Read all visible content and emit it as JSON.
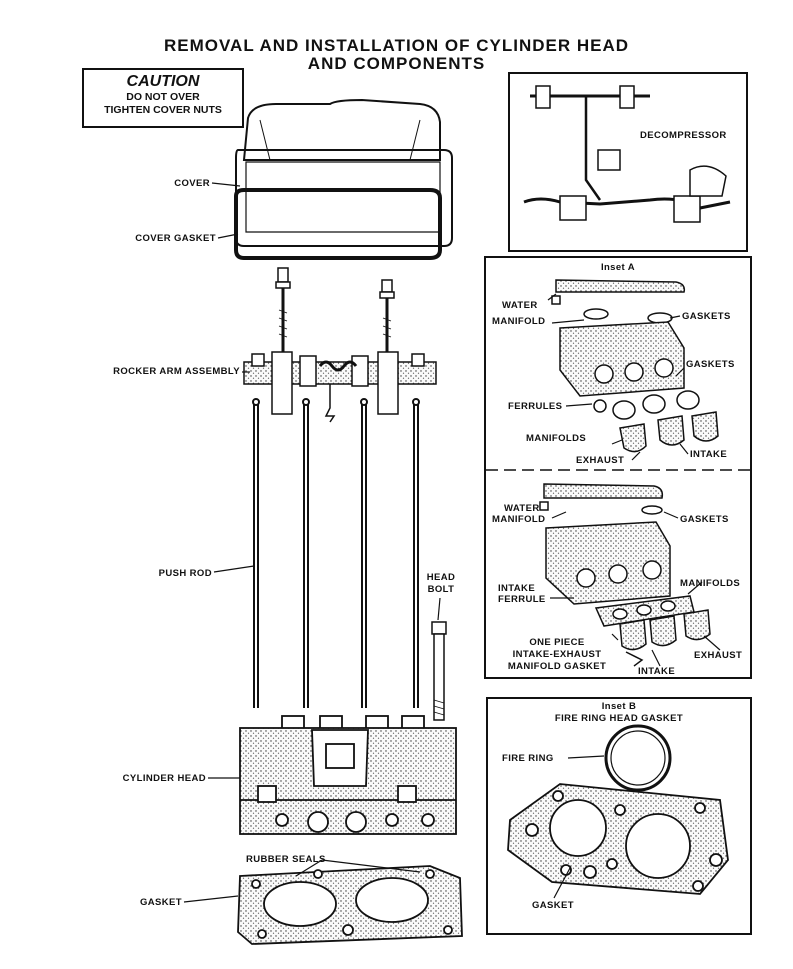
{
  "title": {
    "line1": "REMOVAL AND INSTALLATION OF CYLINDER HEAD",
    "line2": "AND COMPONENTS"
  },
  "caution": {
    "heading": "CAUTION",
    "line1": "DO NOT OVER",
    "line2": "TIGHTEN COVER NUTS"
  },
  "main_labels": {
    "cover": "COVER",
    "cover_gasket": "COVER GASKET",
    "rocker_arm_assembly": "ROCKER ARM ASSEMBLY",
    "push_rod": "PUSH ROD",
    "head_bolt_1": "HEAD",
    "head_bolt_2": "BOLT",
    "cylinder_head": "CYLINDER HEAD",
    "rubber_seals": "RUBBER SEALS",
    "gasket": "GASKET"
  },
  "decompressor": {
    "label": "DECOMPRESSOR"
  },
  "inset_a": {
    "title": "Inset A",
    "top": {
      "water_manifold_1": "WATER",
      "water_manifold_2": "MANIFOLD",
      "gaskets_1": "GASKETS",
      "gaskets_2": "GASKETS",
      "ferrules": "FERRULES",
      "manifolds": "MANIFOLDS",
      "exhaust": "EXHAUST",
      "intake": "INTAKE"
    },
    "bottom": {
      "water_manifold_1": "WATER",
      "water_manifold_2": "MANIFOLD",
      "gaskets": "GASKETS",
      "intake_ferrule_1": "INTAKE",
      "intake_ferrule_2": "FERRULE",
      "manifolds": "MANIFOLDS",
      "one_piece_1": "ONE PIECE",
      "one_piece_2": "INTAKE-EXHAUST",
      "one_piece_3": "MANIFOLD GASKET",
      "exhaust": "EXHAUST",
      "intake": "INTAKE"
    }
  },
  "inset_b": {
    "title": "Inset B",
    "subtitle": "FIRE RING HEAD GASKET",
    "fire_ring": "FIRE RING",
    "gasket": "GASKET"
  }
}
